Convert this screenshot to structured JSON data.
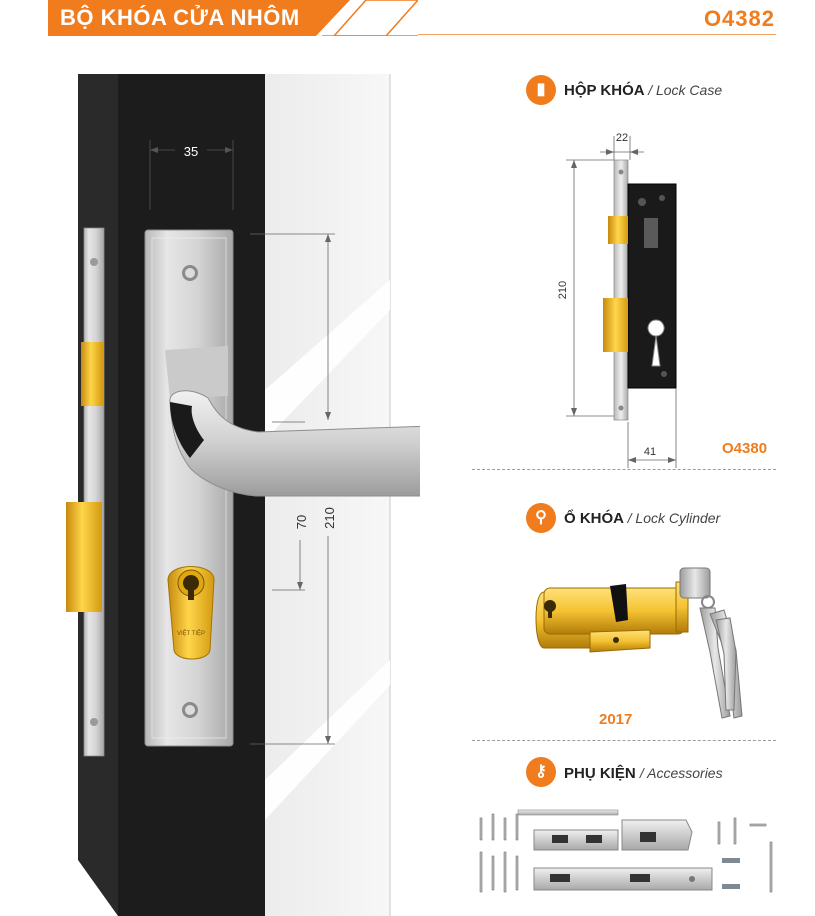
{
  "header": {
    "title": "BỘ KHÓA CỬA NHÔM",
    "product_code": "O4382",
    "accent_color": "#f07c1e"
  },
  "door_illustration": {
    "dim_width": "35",
    "dim_cylinder_offset": "70",
    "dim_height": "210",
    "cylinder_brand": "VIỆT TIỆP"
  },
  "lock_case": {
    "icon": "lock-case-icon",
    "title": "HỘP KHÓA",
    "subtitle": "/ Lock Case",
    "dim_top": "22",
    "dim_height": "210",
    "dim_bottom": "41",
    "model": "O4380"
  },
  "lock_cylinder": {
    "icon": "cylinder-icon",
    "title": "Ổ KHÓA",
    "subtitle": "/ Lock Cylinder",
    "model": "2017"
  },
  "accessories": {
    "icon": "keys-icon",
    "title": "PHỤ KIỆN",
    "subtitle": "/ Accessories"
  }
}
